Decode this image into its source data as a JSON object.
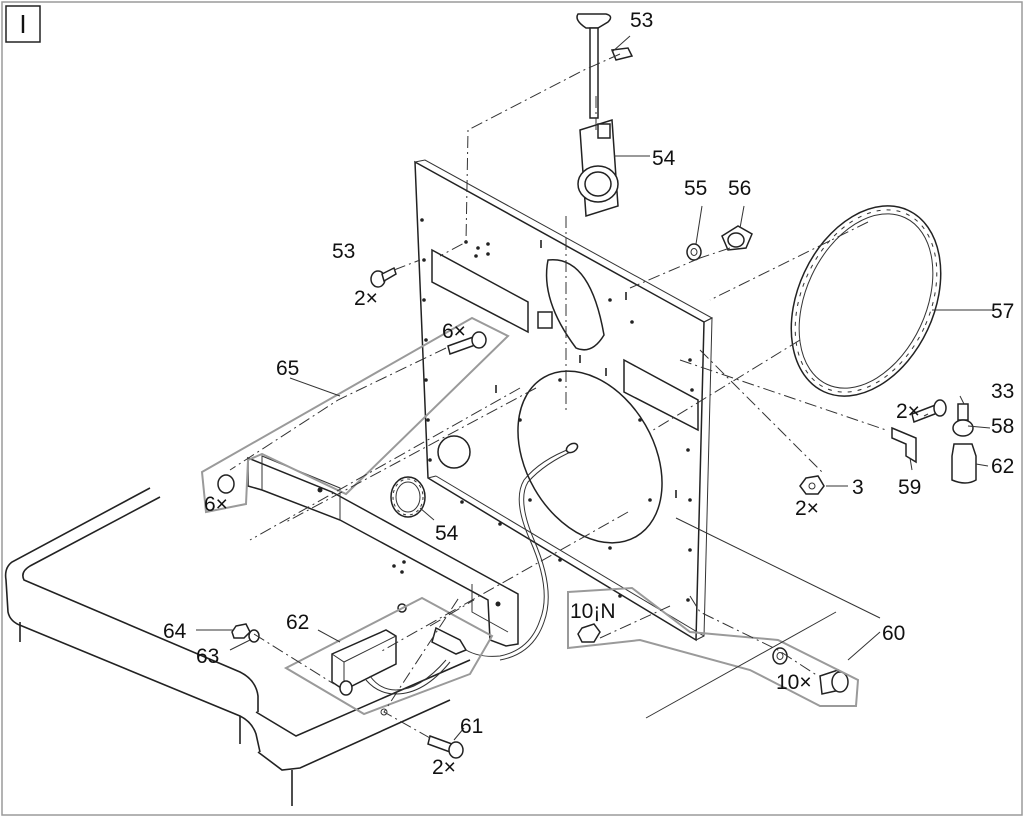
{
  "panel": {
    "letter": "I"
  },
  "callouts": [
    {
      "id": "c53a",
      "text": "53"
    },
    {
      "id": "c54a",
      "text": "54"
    },
    {
      "id": "c55",
      "text": "55"
    },
    {
      "id": "c56",
      "text": "56"
    },
    {
      "id": "c53b",
      "text": "53"
    },
    {
      "id": "c2x_53",
      "text": "2×"
    },
    {
      "id": "c57",
      "text": "57"
    },
    {
      "id": "c6x_a",
      "text": "6×"
    },
    {
      "id": "c65",
      "text": "65"
    },
    {
      "id": "c33",
      "text": "33"
    },
    {
      "id": "c2x_33",
      "text": "2×"
    },
    {
      "id": "c58",
      "text": "58"
    },
    {
      "id": "c62a",
      "text": "62"
    },
    {
      "id": "c3",
      "text": "3"
    },
    {
      "id": "c2x_3",
      "text": "2×"
    },
    {
      "id": "c59",
      "text": "59"
    },
    {
      "id": "c6x_b",
      "text": "6×"
    },
    {
      "id": "c54b",
      "text": "54"
    },
    {
      "id": "c10N",
      "text": "10¡N"
    },
    {
      "id": "c60",
      "text": "60"
    },
    {
      "id": "c64",
      "text": "64"
    },
    {
      "id": "c62b",
      "text": "62"
    },
    {
      "id": "c63",
      "text": "63"
    },
    {
      "id": "c10x",
      "text": "10×"
    },
    {
      "id": "c61",
      "text": "61"
    },
    {
      "id": "c2x_61",
      "text": "2×"
    }
  ]
}
